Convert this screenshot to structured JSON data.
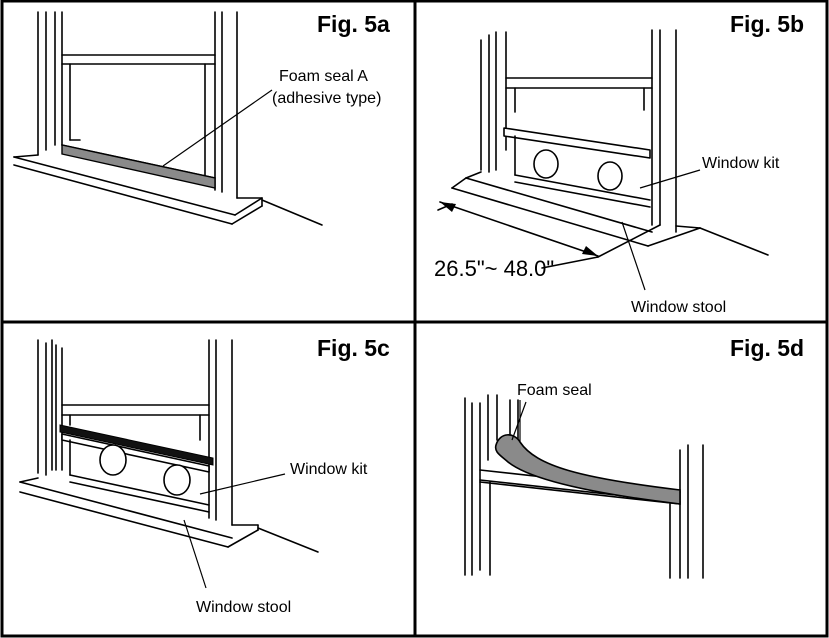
{
  "figures": [
    {
      "id": "5a",
      "title": "Fig. 5a",
      "labels": [
        "Foam seal A",
        "(adhesive type)"
      ]
    },
    {
      "id": "5b",
      "title": "Fig. 5b",
      "labels": [
        "Window kit",
        "Window stool"
      ],
      "dimension": "26.5\"~ 48.0\""
    },
    {
      "id": "5c",
      "title": "Fig. 5c",
      "labels": [
        "Window kit",
        "Window stool"
      ]
    },
    {
      "id": "5d",
      "title": "Fig. 5d",
      "labels": [
        "Foam seal"
      ]
    }
  ],
  "colors": {
    "border": "#000000",
    "seal": "#8a8a8a",
    "seal_dark": "#4a4a4a",
    "background": "#ffffff"
  },
  "icons": [
    "window-frame-drawing",
    "window-kit-drawing",
    "foam-seal-drawing"
  ]
}
